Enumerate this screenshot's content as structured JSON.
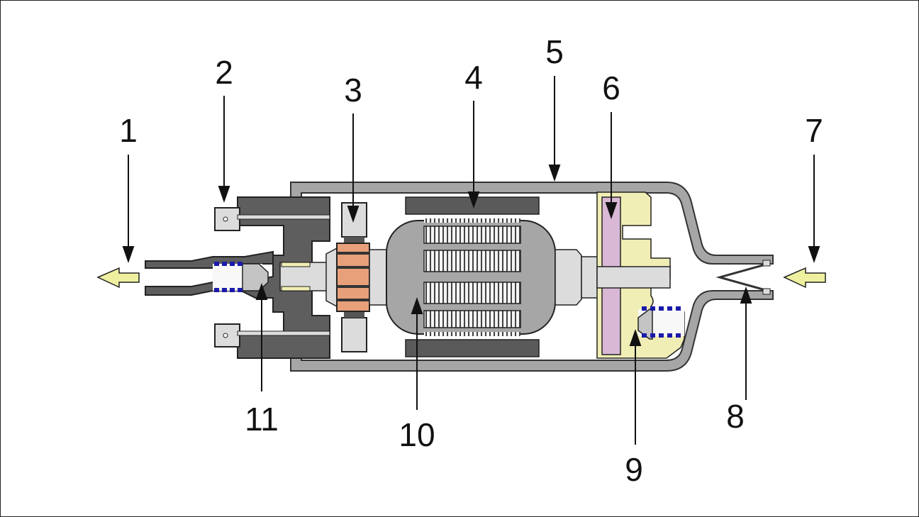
{
  "diagram": {
    "title": "Electric fuel pump cross-section",
    "colors": {
      "housing": "#a6a6a6",
      "dark_part": "#5a5a5a",
      "light_part": "#dcdcdc",
      "commutator": "#e8a07a",
      "pump_body": "#f0eeb4",
      "impeller": "#d9b8d6",
      "spring": "#1a1aaa",
      "flow_arrow": "#eef0a0"
    },
    "labels": [
      {
        "id": "1",
        "text": "1"
      },
      {
        "id": "2",
        "text": "2"
      },
      {
        "id": "3",
        "text": "3"
      },
      {
        "id": "4",
        "text": "4"
      },
      {
        "id": "5",
        "text": "5"
      },
      {
        "id": "6",
        "text": "6"
      },
      {
        "id": "7",
        "text": "7"
      },
      {
        "id": "8",
        "text": "8"
      },
      {
        "id": "9",
        "text": "9"
      },
      {
        "id": "10",
        "text": "10"
      },
      {
        "id": "11",
        "text": "11"
      }
    ]
  }
}
